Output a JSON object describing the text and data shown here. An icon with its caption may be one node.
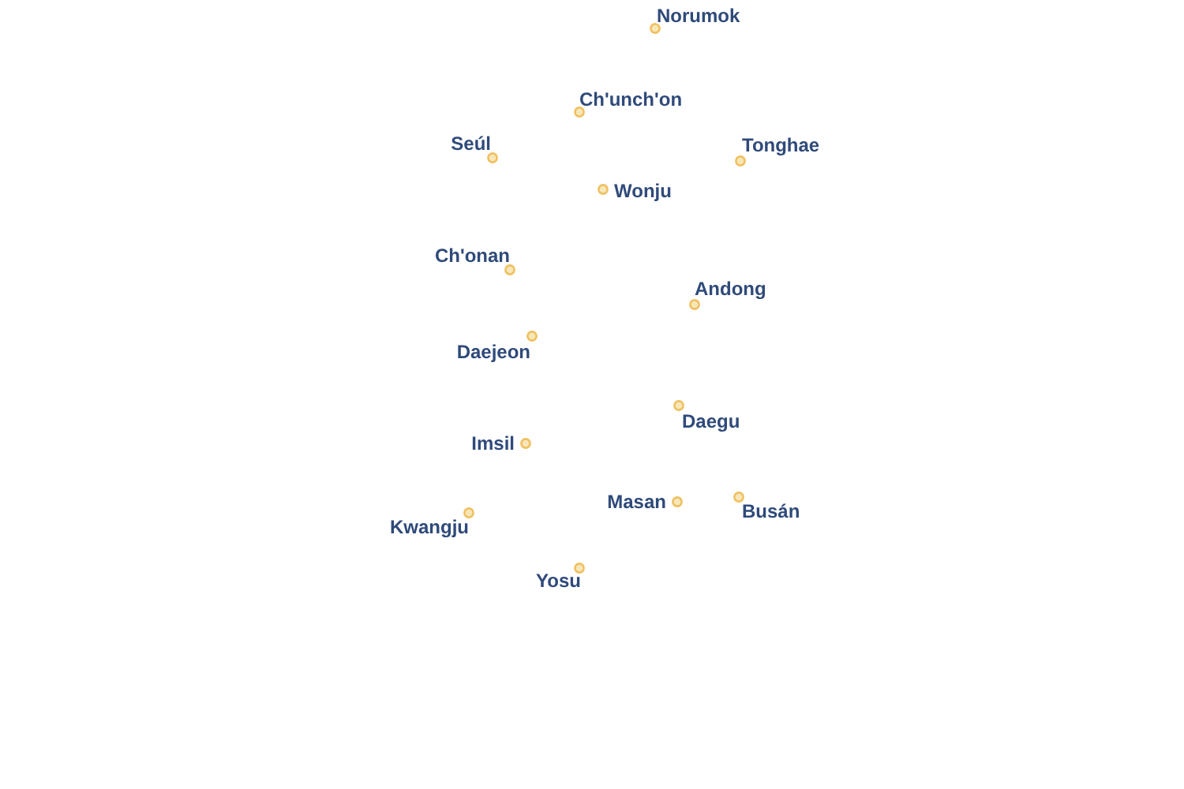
{
  "diagram": {
    "nodes": [
      {
        "text": [],
        "shape": "circle",
        "beside": [
          "Norumok"
        ]
      },
      {
        "text": [],
        "shape": "circle",
        "beside": [
          "Ch'unch'on"
        ]
      },
      {
        "text": [],
        "shape": "circle",
        "beside": [
          "Seúl"
        ]
      },
      {
        "text": [],
        "shape": "circle",
        "beside": [
          "Tonghae"
        ]
      },
      {
        "text": [],
        "shape": "circle",
        "beside": [
          "Wonju"
        ]
      },
      {
        "text": [],
        "shape": "circle",
        "beside": [
          "Ch'onan"
        ]
      },
      {
        "text": [],
        "shape": "circle",
        "beside": [
          "Andong"
        ]
      },
      {
        "text": [],
        "shape": "circle",
        "beside": [
          "Daejeon"
        ]
      },
      {
        "text": [],
        "shape": "circle",
        "beside": [
          "Daegu"
        ]
      },
      {
        "text": [],
        "shape": "circle",
        "beside": [
          "Imsil"
        ]
      },
      {
        "text": [],
        "shape": "circle",
        "beside": [
          "Masan"
        ]
      },
      {
        "text": [],
        "shape": "circle",
        "beside": [
          "Busán"
        ]
      },
      {
        "text": [],
        "shape": "circle",
        "beside": [
          "Kwangju"
        ]
      },
      {
        "text": [],
        "shape": "circle",
        "beside": [
          "Yosu"
        ]
      }
    ]
  }
}
